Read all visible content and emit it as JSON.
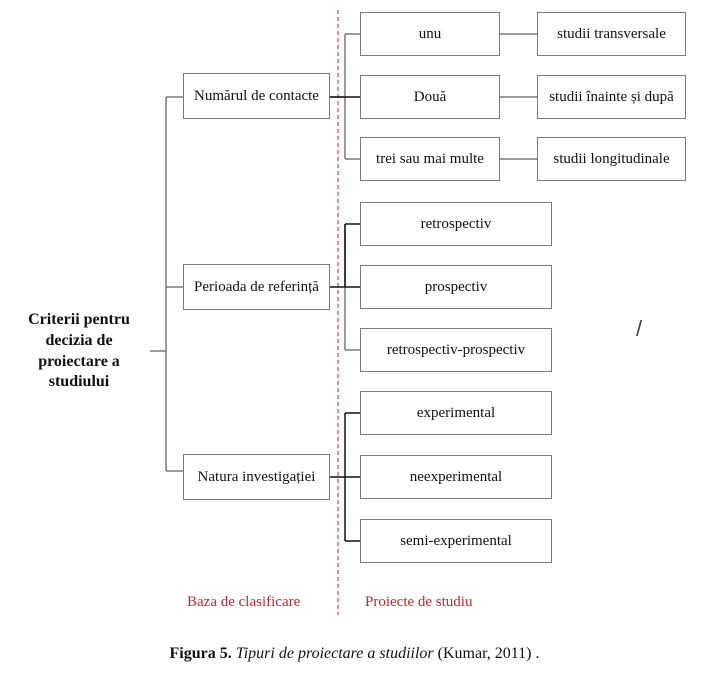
{
  "root": "Criterii pentru decizia de proiectare a studiului",
  "criteria": [
    "Numărul de contacte",
    "Perioada de referință",
    "Natura investigației"
  ],
  "designs": [
    "unu",
    "Două",
    "trei sau mai multe",
    "retrospectiv",
    "prospectiv",
    "retrospectiv-prospectiv",
    "experimental",
    "neexperimental",
    "semi-experimental"
  ],
  "studies": [
    "studii transversale",
    "studii înainte și după",
    "studii longitudinale"
  ],
  "labels": {
    "left": "Baza de clasificare",
    "right": "Proiecte de studiu"
  },
  "stray_mark": "/",
  "caption": {
    "prefix": "Figura 5.",
    "title": "Tipuri de proiectare a studiilor",
    "source": "(Kumar, 2011) ."
  },
  "colors": {
    "accent": "#c0262b",
    "box_border": "#7a7a7a"
  }
}
